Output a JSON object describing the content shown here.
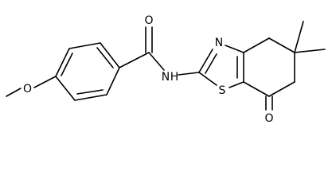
{
  "structure": {
    "atoms": {
      "methoxy_o": "O",
      "carbonyl_o": "O",
      "amide_n": "N",
      "amide_h": "H",
      "thiazole_n": "N",
      "thiazole_s": "S",
      "ketone_o": "O"
    }
  }
}
